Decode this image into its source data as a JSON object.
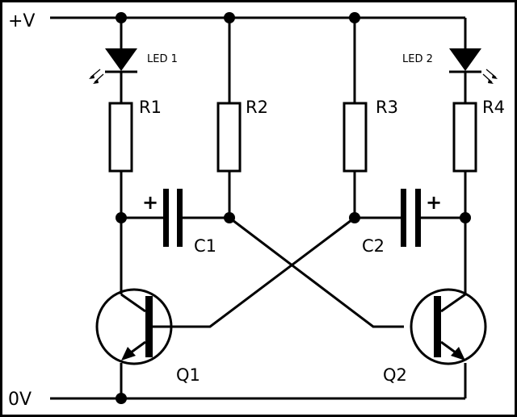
{
  "rails": {
    "positive": "+V",
    "ground": "0V"
  },
  "components": {
    "led1": "LED 1",
    "led2": "LED 2",
    "r1": "R1",
    "r2": "R2",
    "r3": "R3",
    "r4": "R4",
    "c1": "C1",
    "c2": "C2",
    "q1": "Q1",
    "q2": "Q2"
  },
  "polarity": {
    "c1": "+",
    "c2": "+"
  },
  "colors": {
    "background": "#ffffff",
    "ink": "#000000"
  }
}
